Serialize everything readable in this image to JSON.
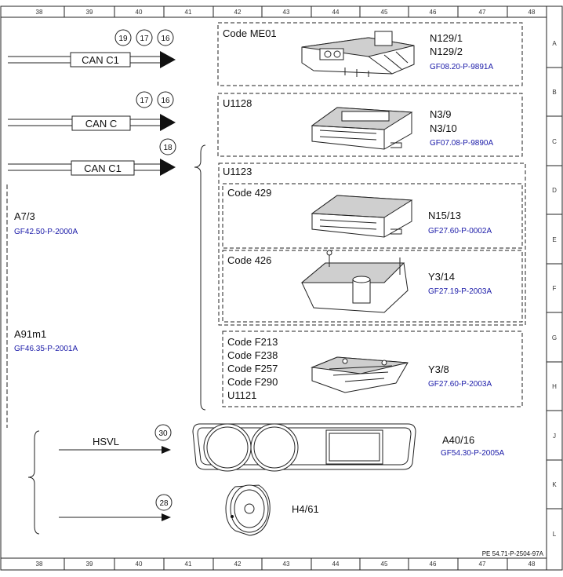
{
  "grid": {
    "columns": [
      "38",
      "39",
      "40",
      "41",
      "42",
      "43",
      "44",
      "45",
      "46",
      "47",
      "48"
    ],
    "rows": [
      "A",
      "B",
      "C",
      "D",
      "E",
      "F",
      "G",
      "H",
      "J",
      "K",
      "L"
    ]
  },
  "document_ref": "PE 54.71-P-2504-97A",
  "left_labels": [
    {
      "name": "A7/3",
      "ref": "GF42.50-P-2000A"
    },
    {
      "name": "A91m1",
      "ref": "GF46.35-P-2001A"
    }
  ],
  "bus_lines": [
    {
      "label": "CAN C1",
      "circles": [
        "19",
        "17",
        "16"
      ]
    },
    {
      "label": "CAN C",
      "circles": [
        "17",
        "16"
      ]
    },
    {
      "label": "CAN C1",
      "circles": [
        "18"
      ]
    }
  ],
  "boxes": {
    "me01": {
      "title": "Code ME01",
      "names": [
        "N129/1",
        "N129/2"
      ],
      "ref": "GF08.20-P-9891A"
    },
    "u1128": {
      "title": "U1128",
      "names": [
        "N3/9",
        "N3/10"
      ],
      "ref": "GF07.08-P-9890A"
    },
    "u1123": {
      "title": "U1123"
    },
    "code429": {
      "title": "Code 429",
      "names": [
        "N15/13"
      ],
      "ref": "GF27.60-P-0002A"
    },
    "code426": {
      "title": "Code 426",
      "names": [
        "Y3/14"
      ],
      "ref": "GF27.19-P-2003A"
    },
    "codef": {
      "codes": [
        "Code F213",
        "Code F238",
        "Code F257",
        "Code F290",
        "U1121"
      ],
      "names": [
        "Y3/8"
      ],
      "ref": "GF27.60-P-2003A"
    }
  },
  "bottom": {
    "hsvl": {
      "label": "HSVL",
      "circle": "30"
    },
    "cluster": {
      "name": "A40/16",
      "ref": "GF54.30-P-2005A"
    },
    "line28": {
      "circle": "28"
    },
    "h461": {
      "name": "H4/61"
    }
  }
}
